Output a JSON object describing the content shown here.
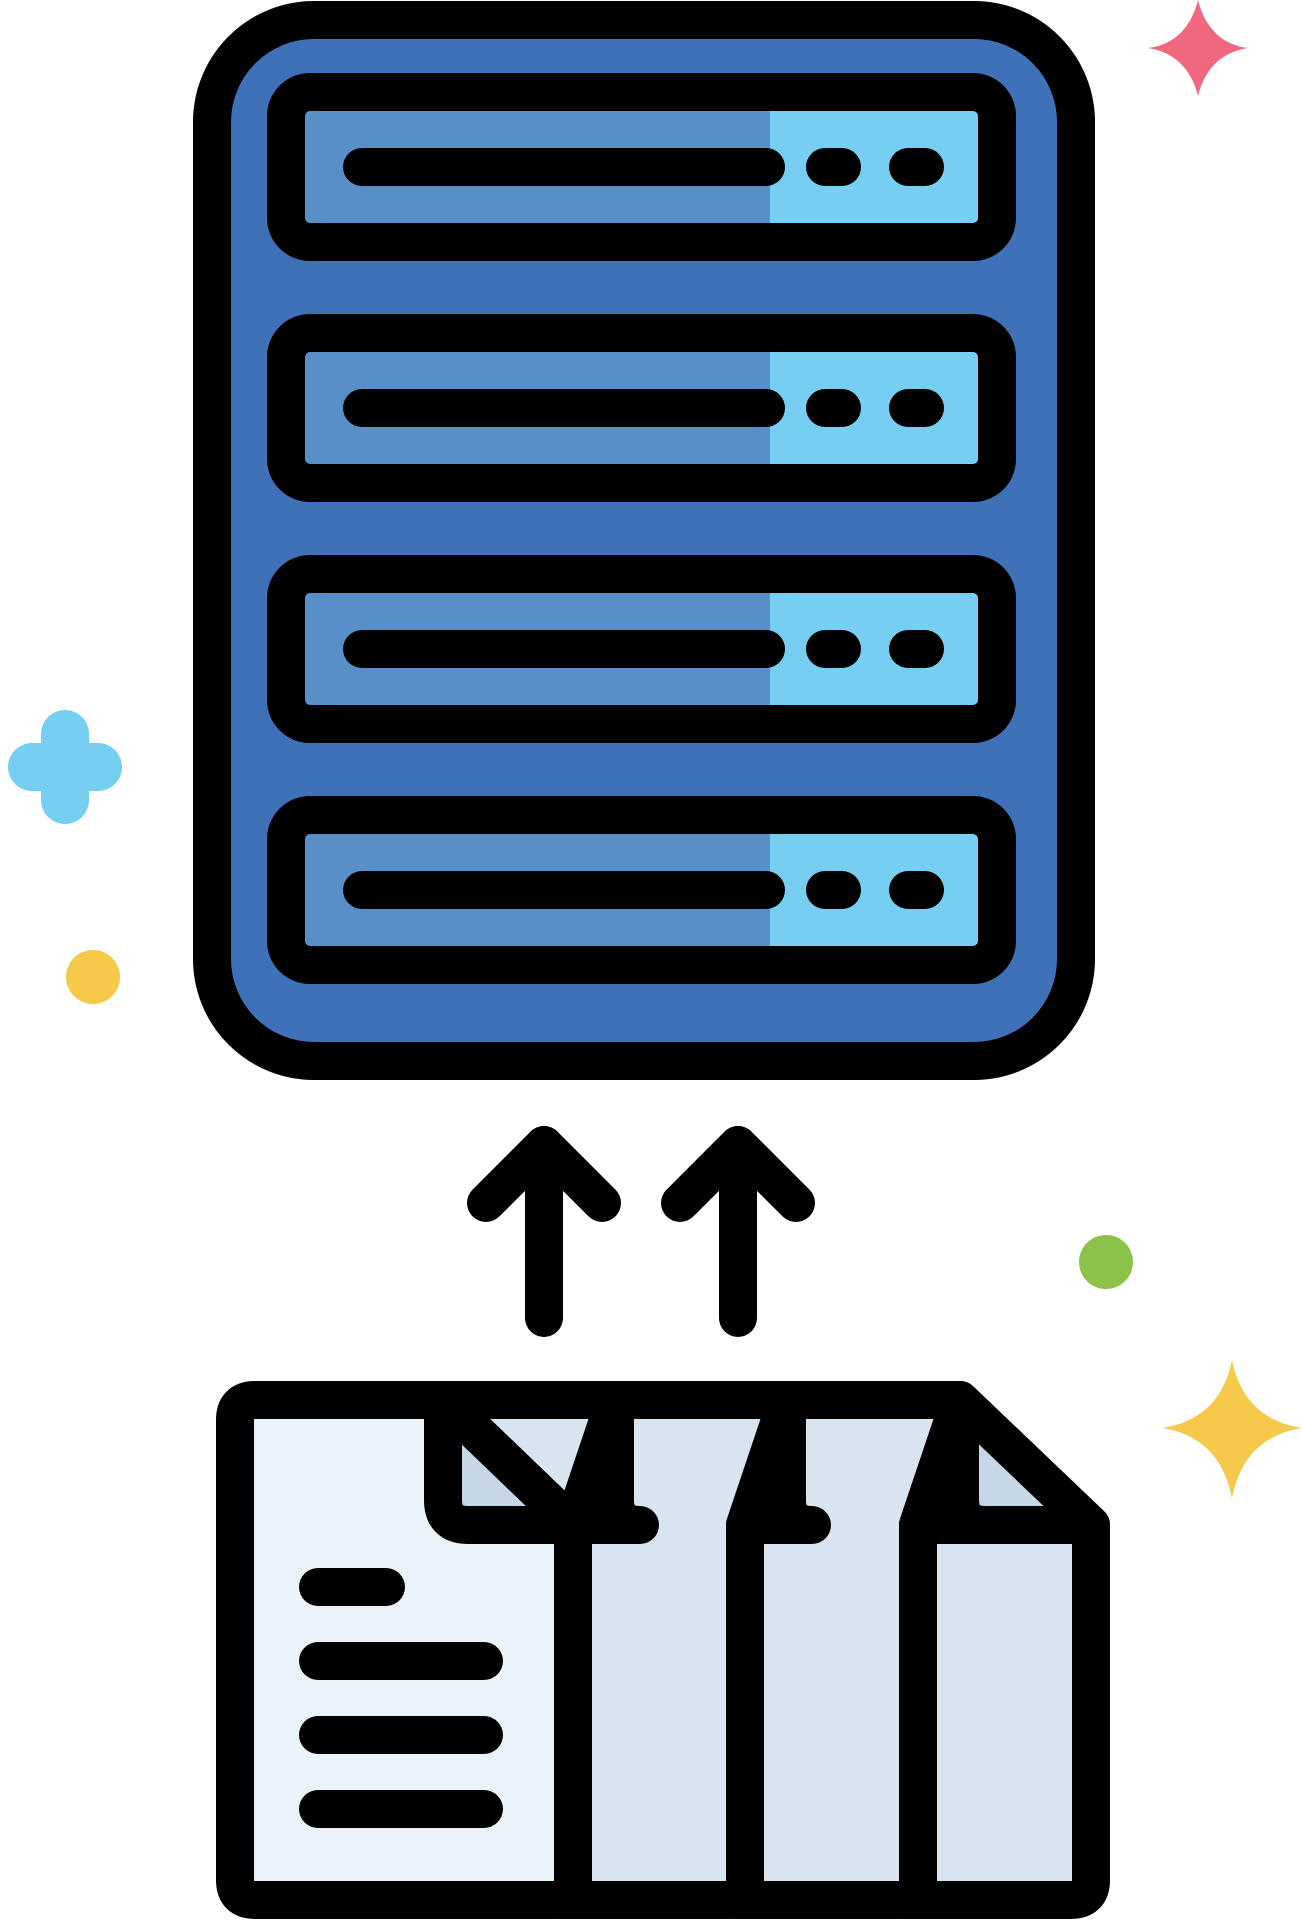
{
  "illustration": {
    "name": "upload-files-to-server",
    "server_units": 4,
    "document_pages": 4,
    "upload_arrows": 2,
    "document_text_lines": 4
  },
  "colors": {
    "outline": "#000000",
    "server_body": "#3f71b8",
    "unit_panel": "#588fc9",
    "unit_light": "#76cff3",
    "page_front": "#eaf2fa",
    "page_back": "#d8e5f1",
    "page_fold": "#c6d8e8",
    "sparkle_pink": "#ef6880",
    "sparkle_yellow": "#f6c94a",
    "cross_blue": "#76cff3",
    "dot_yellow": "#f6c94a",
    "dot_green": "#8bc34a"
  },
  "icons": [
    "server-icon",
    "upload-arrow-icon",
    "documents-icon",
    "sparkle-icon",
    "plus-icon",
    "dot-icon"
  ]
}
